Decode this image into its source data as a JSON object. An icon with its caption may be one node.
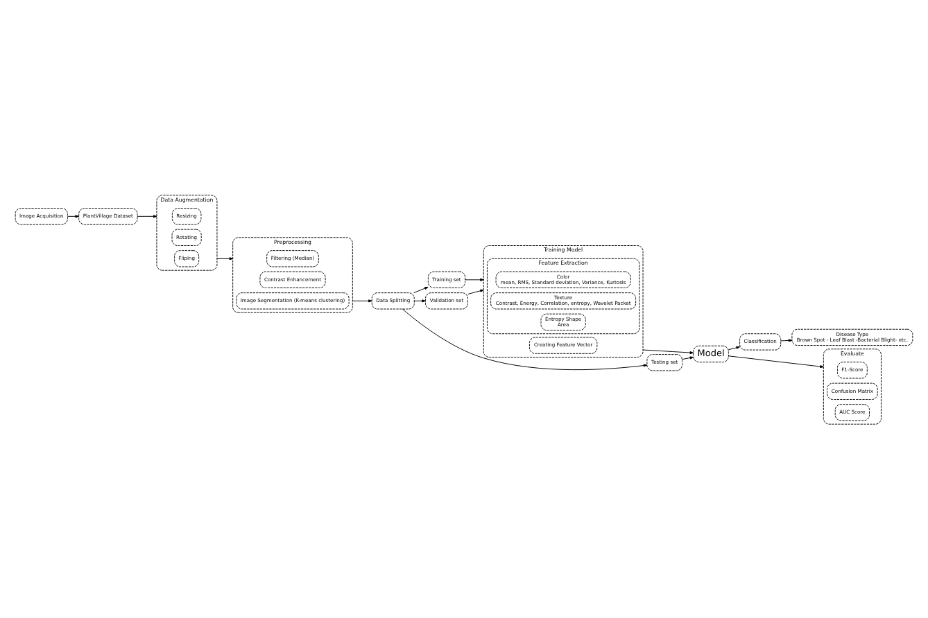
{
  "diagram": {
    "nodes": [
      {
        "text": [
          "Image Acquisition"
        ]
      },
      {
        "text": [
          "PlantVillage Dataset"
        ]
      },
      {
        "text": [
          "Data Augmentation"
        ]
      },
      {
        "text": [
          "Resizing"
        ],
        "in": 2
      },
      {
        "text": [
          "Rotating"
        ],
        "in": 2
      },
      {
        "text": [
          "Fliping"
        ],
        "in": 2
      },
      {
        "text": [
          "Preprocessing"
        ]
      },
      {
        "text": [
          "Filtering (Median)"
        ],
        "in": 6
      },
      {
        "text": [
          "Contrast Enhancement"
        ],
        "in": 6
      },
      {
        "text": [
          "Image Segmentation (K-means clustering)"
        ],
        "in": 6
      },
      {
        "text": [
          "Data Splitting"
        ]
      },
      {
        "text": [
          "Training set"
        ]
      },
      {
        "text": [
          "Validation set"
        ]
      },
      {
        "text": [
          "Testing set"
        ]
      },
      {
        "text": [
          "Training Model"
        ]
      },
      {
        "text": [
          "Feature Extraction"
        ],
        "in": 14
      },
      {
        "text": [
          "Color",
          "mean, RMS, Standard deviation, Variance, Kurtosis"
        ],
        "in": 15
      },
      {
        "text": [
          "Texture",
          "Contrast, Energy, Correlation, entropy, Wavelet Packet"
        ],
        "in": 15
      },
      {
        "text": [
          "Entropy Shape",
          "Area"
        ],
        "in": 15
      },
      {
        "text": [
          "Creating Feature Vector"
        ],
        "in": 14
      },
      {
        "text": [
          "Model"
        ]
      },
      {
        "text": [
          "Classification"
        ]
      },
      {
        "text": [
          "Disease Type",
          "Brown Spot - Leaf Blast -Bacterial Blight- etc."
        ]
      },
      {
        "text": [
          "Evaluate"
        ]
      },
      {
        "text": [
          "F1-Score"
        ],
        "in": 23
      },
      {
        "text": [
          "Confusion Matrix"
        ],
        "in": 23
      },
      {
        "text": [
          "AUC Score"
        ],
        "in": 23
      }
    ],
    "edges": [
      {
        "from": 0,
        "to": 1,
        "arrow": "to"
      },
      {
        "from": 1,
        "to": 2,
        "arrow": "to"
      },
      {
        "from": 2,
        "to": 6,
        "arrow": "to"
      },
      {
        "from": 6,
        "to": 10,
        "arrow": "to"
      },
      {
        "from": 10,
        "to": 11,
        "arrow": "to"
      },
      {
        "from": 10,
        "to": 12,
        "arrow": "to"
      },
      {
        "from": 10,
        "to": 13,
        "arrow": "to"
      },
      {
        "from": 11,
        "to": 14,
        "arrow": "to"
      },
      {
        "from": 12,
        "to": 14,
        "arrow": "to"
      },
      {
        "from": 13,
        "to": 20,
        "arrow": "to"
      },
      {
        "from": 14,
        "to": 20,
        "arrow": "to"
      },
      {
        "from": 20,
        "to": 23,
        "arrow": "to"
      },
      {
        "from": 20,
        "to": 21,
        "arrow": "to"
      },
      {
        "from": 21,
        "to": 22,
        "arrow": "to"
      }
    ]
  }
}
